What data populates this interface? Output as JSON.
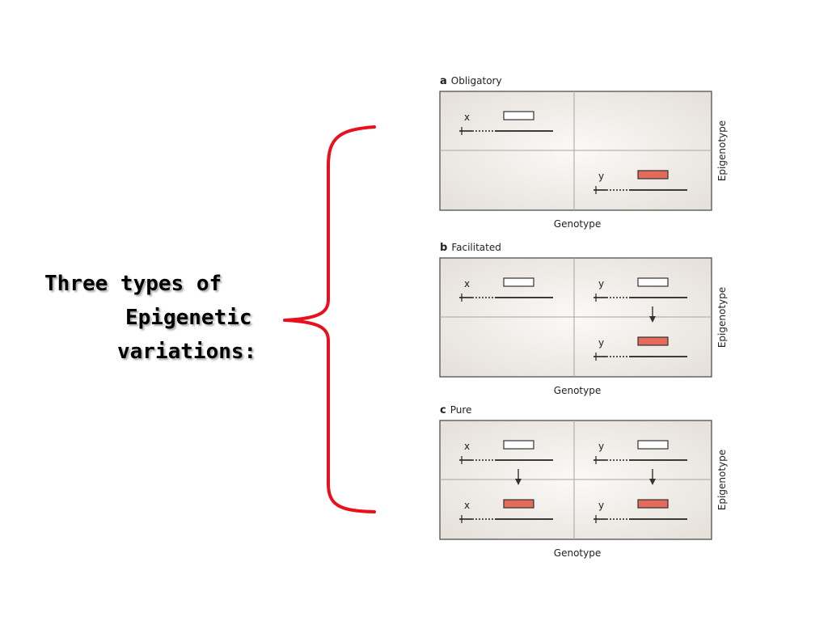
{
  "heading": {
    "line1": "Three types of",
    "line2": "Epigenetic",
    "line3": "variations:"
  },
  "colors": {
    "brace": "#e8101c",
    "marked_box": "#e46a5a",
    "unmarked_box": "#ffffff",
    "panel_bg": "#ece8e3"
  },
  "panels": [
    {
      "letter": "a",
      "title": "Obligatory",
      "x_label": "Genotype",
      "y_label": "Epigenotype",
      "cells": {
        "top_left": {
          "allele": "x",
          "state": "unmarked"
        },
        "bottom_right": {
          "allele": "y",
          "state": "marked"
        }
      }
    },
    {
      "letter": "b",
      "title": "Facilitated",
      "x_label": "Genotype",
      "y_label": "Epigenotype",
      "cells": {
        "top_left": {
          "allele": "x",
          "state": "unmarked"
        },
        "top_right": {
          "allele": "y",
          "state": "unmarked"
        },
        "bottom_right": {
          "allele": "y",
          "state": "marked"
        }
      },
      "arrows": [
        "right"
      ]
    },
    {
      "letter": "c",
      "title": "Pure",
      "x_label": "Genotype",
      "y_label": "Epigenotype",
      "cells": {
        "top_left": {
          "allele": "x",
          "state": "unmarked"
        },
        "top_right": {
          "allele": "y",
          "state": "unmarked"
        },
        "bottom_left": {
          "allele": "x",
          "state": "marked"
        },
        "bottom_right": {
          "allele": "y",
          "state": "marked"
        }
      },
      "arrows": [
        "left",
        "right"
      ]
    }
  ]
}
